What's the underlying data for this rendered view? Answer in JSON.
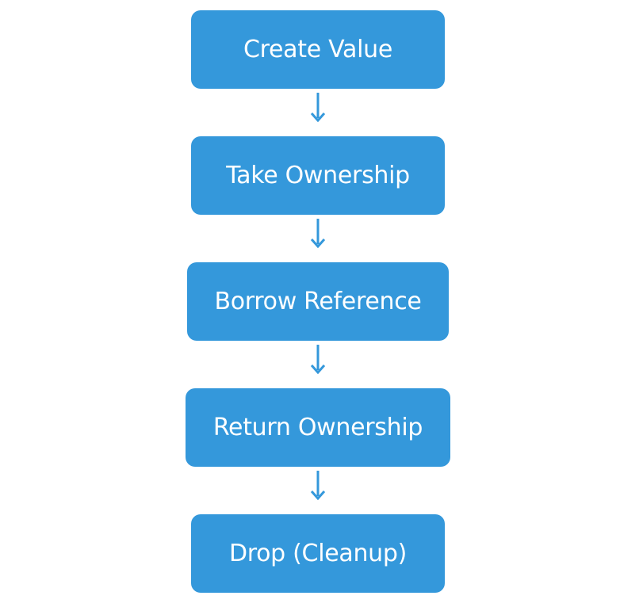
{
  "diagram": {
    "type": "flowchart",
    "direction": "top-to-bottom",
    "node_color": "#3498db",
    "text_color": "#ffffff",
    "arrow_color": "#3498db",
    "nodes": [
      {
        "id": "n1",
        "label": "Create Value"
      },
      {
        "id": "n2",
        "label": "Take Ownership"
      },
      {
        "id": "n3",
        "label": "Borrow Reference"
      },
      {
        "id": "n4",
        "label": "Return Ownership"
      },
      {
        "id": "n5",
        "label": "Drop (Cleanup)"
      }
    ],
    "edges": [
      {
        "from": "n1",
        "to": "n2"
      },
      {
        "from": "n2",
        "to": "n3"
      },
      {
        "from": "n3",
        "to": "n4"
      },
      {
        "from": "n4",
        "to": "n5"
      }
    ]
  }
}
